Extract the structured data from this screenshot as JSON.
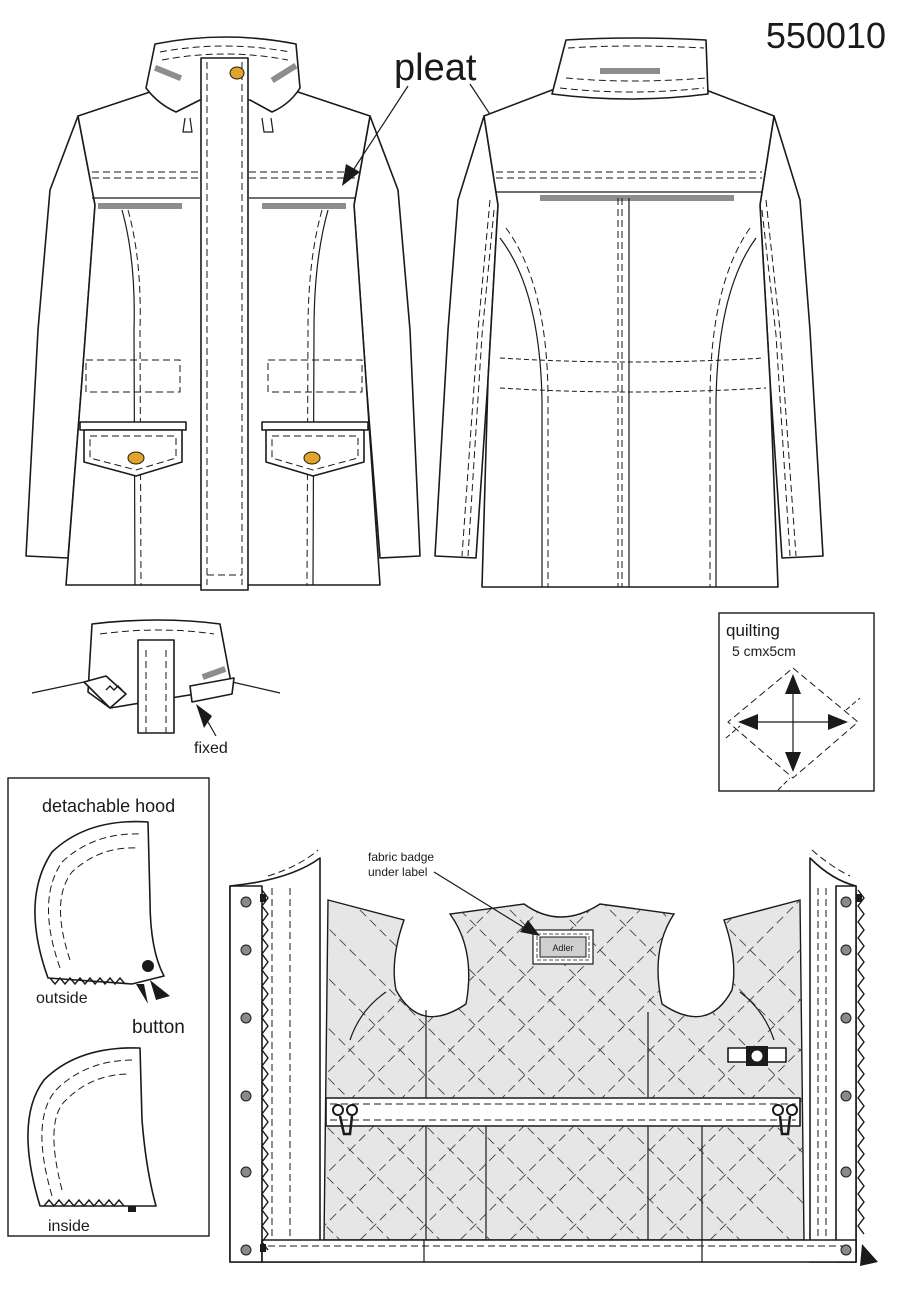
{
  "style_number": "550010",
  "labels": {
    "pleat": "pleat",
    "fixed": "fixed",
    "quilting_title": "quilting",
    "quilting_size": "5 cmx5cm",
    "hood_title": "detachable hood",
    "hood_outside": "outside",
    "hood_button": "button",
    "hood_inside": "inside",
    "badge_note_line1": "fabric badge",
    "badge_note_line2": "under label",
    "label_brand": "Adler"
  },
  "colors": {
    "button": "#e0a42a",
    "lining": "#e6e6e6",
    "label_patch": "#8d8d8d",
    "snap": "#8a8a8a"
  }
}
